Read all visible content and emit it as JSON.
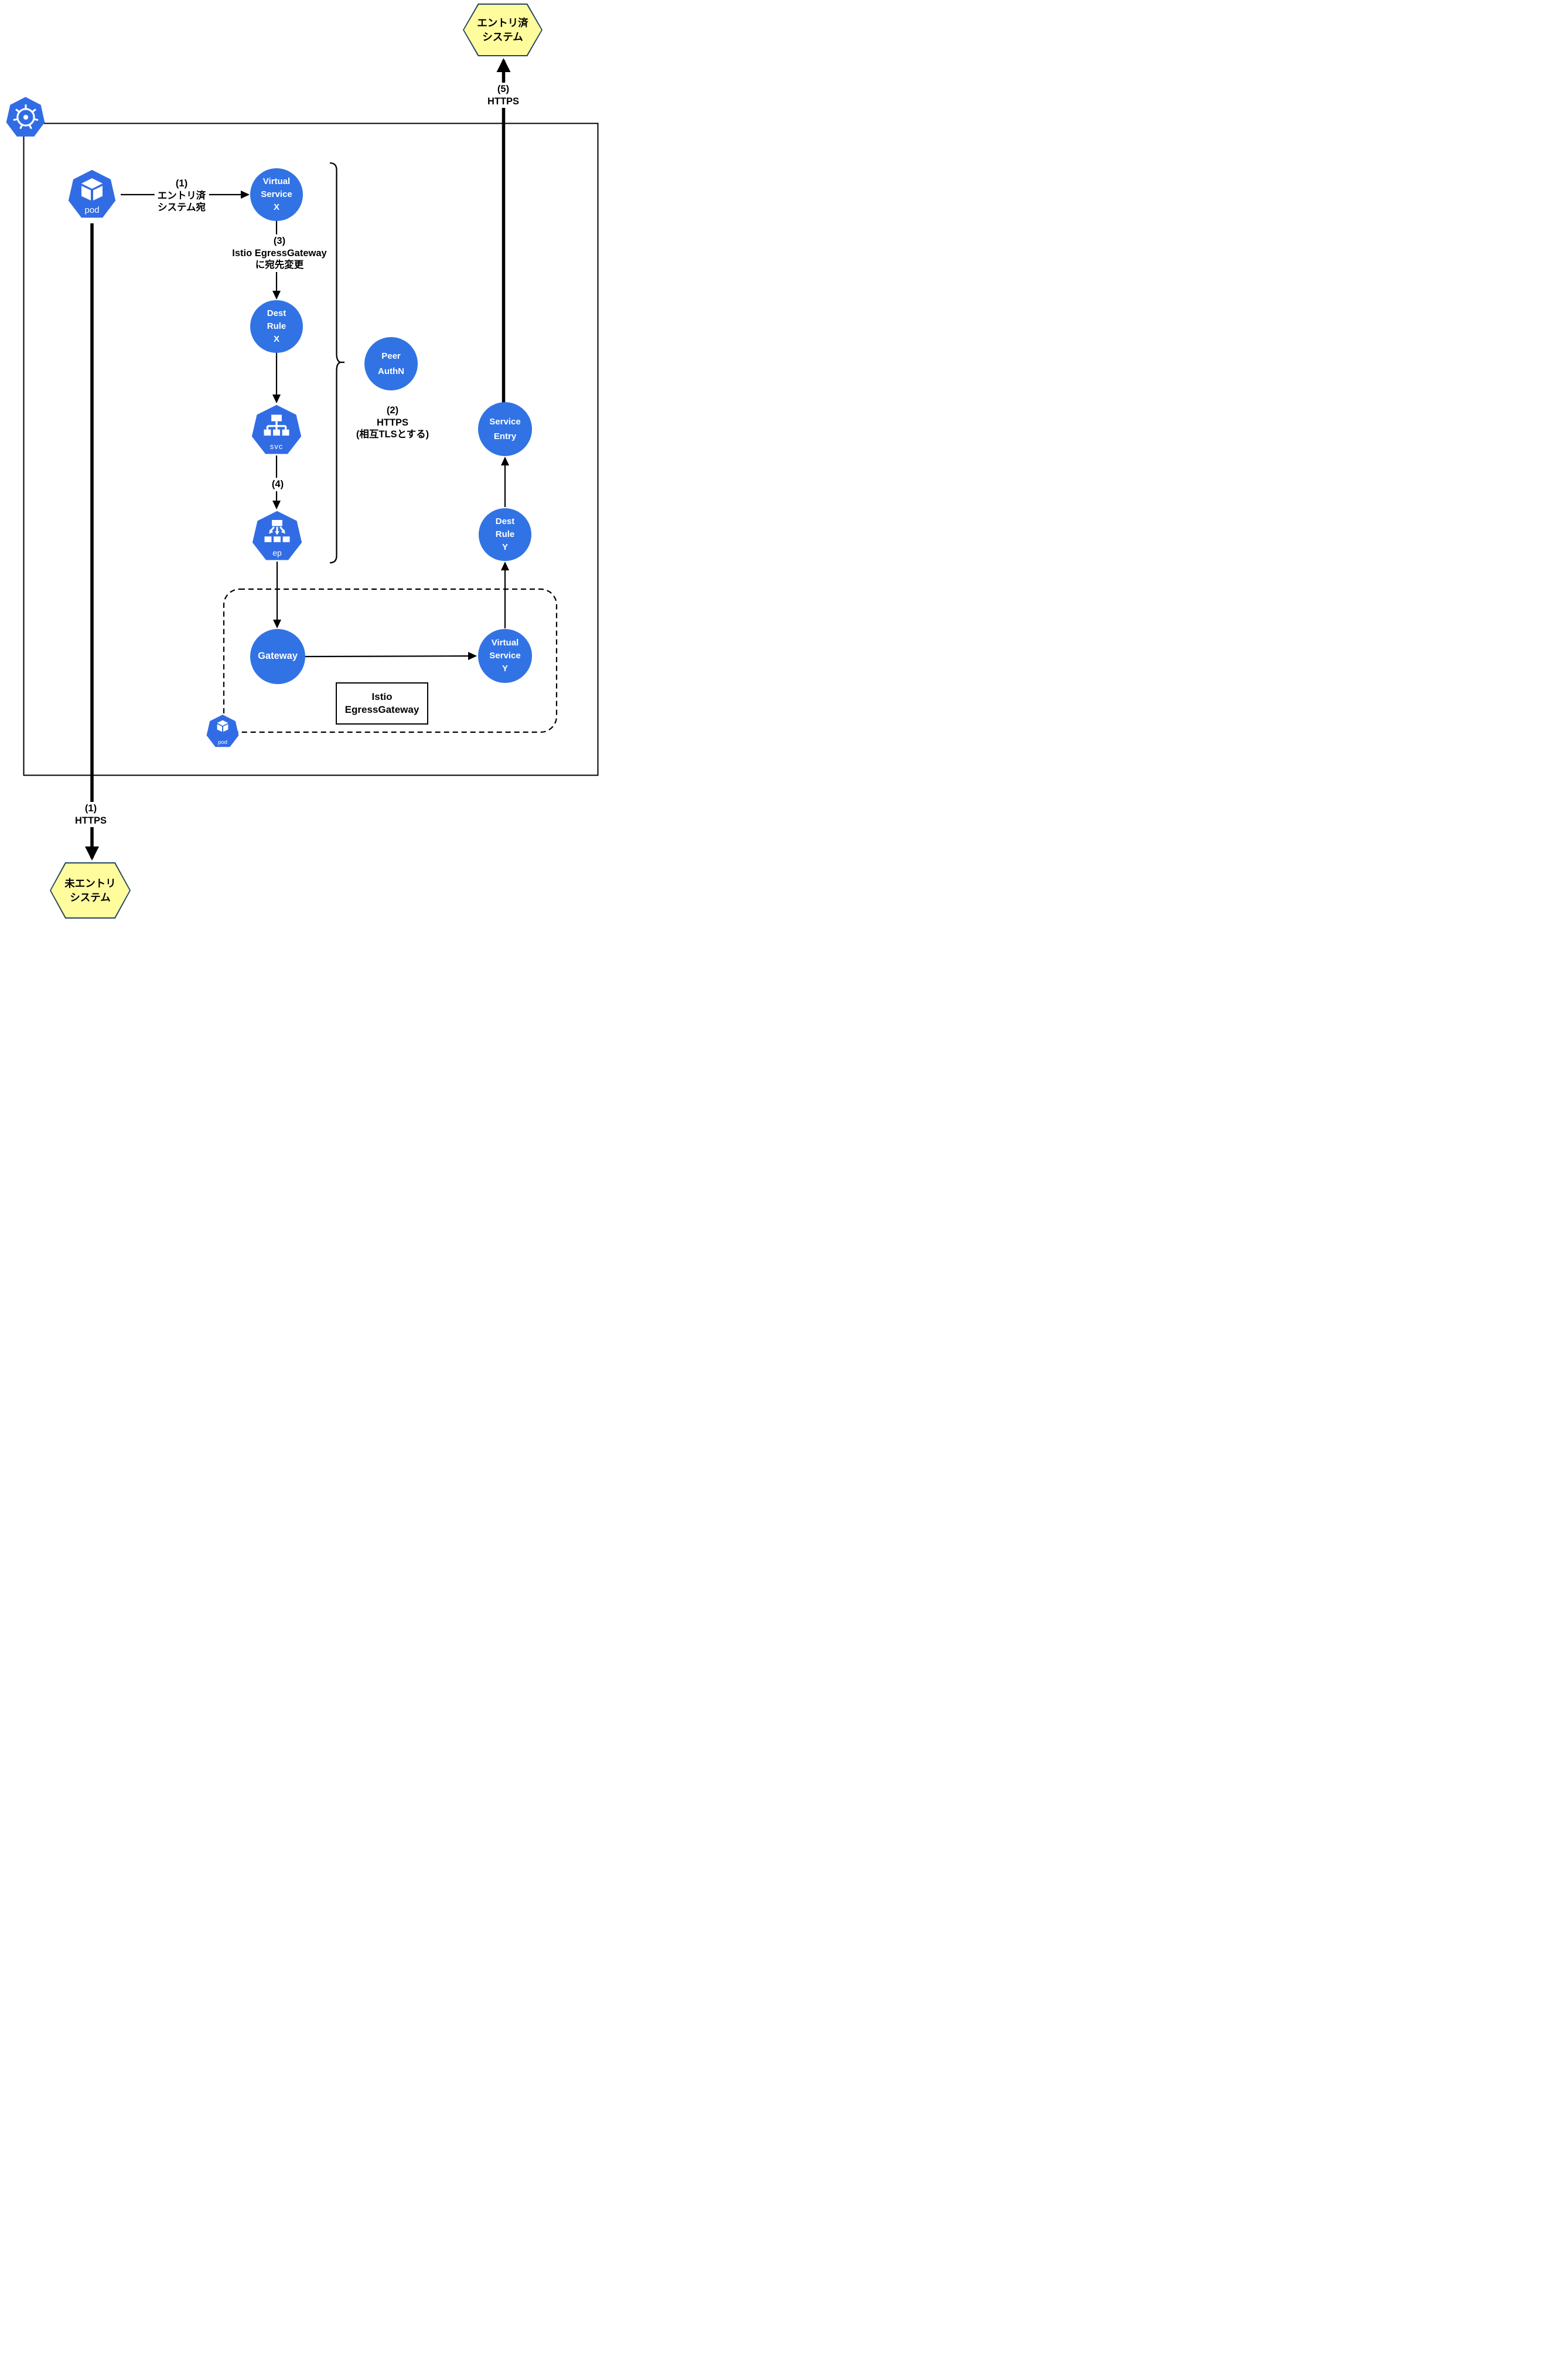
{
  "colors": {
    "node_blue": "#3173E4",
    "k8s_blue": "#326CE5",
    "hexagon_yellow": "#FFFC9E",
    "hexagon_border": "#23445C",
    "line": "#000000"
  },
  "icons": {
    "kubernetes": "ship-wheel",
    "pod": "cube",
    "svc": "service-tree",
    "ep": "endpoint-fanout"
  },
  "external": {
    "registered": [
      "エントリ済",
      "システム"
    ],
    "unregistered": [
      "未エントリ",
      "システム"
    ]
  },
  "nodes": {
    "pod": "pod",
    "virtual_service_x": [
      "Virtual",
      "Service",
      "X"
    ],
    "dest_rule_x": [
      "Dest",
      "Rule",
      "X"
    ],
    "svc": "svc",
    "ep": "ep",
    "peer_authn": [
      "Peer",
      "AuthN"
    ],
    "gateway": "Gateway",
    "virtual_service_y": [
      "Virtual",
      "Service",
      "Y"
    ],
    "dest_rule_y": [
      "Dest",
      "Rule",
      "Y"
    ],
    "service_entry": [
      "Service",
      "Entry"
    ],
    "egress_pod": "pod"
  },
  "labels": {
    "step1_dest": [
      "(1)",
      "エントリ済",
      "システム宛"
    ],
    "step3": [
      "(3)",
      "Istio EgressGateway",
      "に宛先変更"
    ],
    "step4": "(4)",
    "step2": [
      "(2)",
      "HTTPS",
      "(相互TLSとする)"
    ],
    "step5": [
      "(5)",
      "HTTPS"
    ],
    "step1_https": [
      "(1)",
      "HTTPS"
    ],
    "egress_gateway_box": [
      "Istio",
      "EgressGateway"
    ]
  }
}
